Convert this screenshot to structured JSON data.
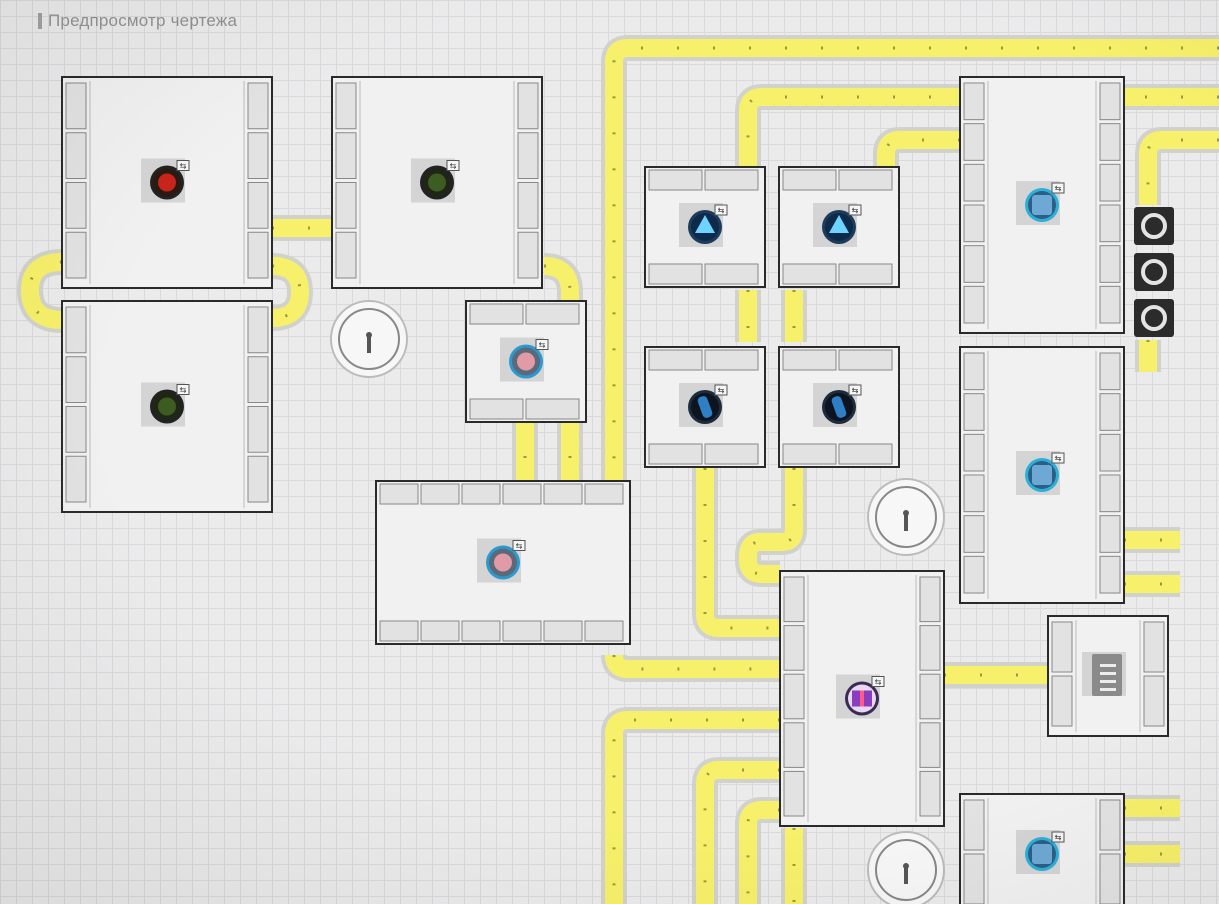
{
  "header": {
    "title": "Предпросмотр чертежа"
  },
  "colors": {
    "belt_fill": "#f7f06a",
    "belt_edge": "#d2d2cc",
    "machine_border": "#2a2a2a",
    "machine_fill": "#f1f1f1",
    "port_fill": "#e2e2e2",
    "item_red": "#c8241b",
    "item_green": "#3d5c22",
    "item_blue": "#2f7fc4",
    "item_pink": "#e29aa6",
    "item_purple": "#8a3dbf"
  },
  "machines": [
    {
      "id": "refiner-1",
      "icon": "red-ore-icon",
      "ports": "lr"
    },
    {
      "id": "refiner-2",
      "icon": "green-plant-icon",
      "ports": "lr"
    },
    {
      "id": "refiner-3",
      "icon": "green-plant-icon",
      "ports": "lr"
    },
    {
      "id": "processor-1",
      "icon": "meat-icon",
      "ports": "tb"
    },
    {
      "id": "mixer-1",
      "icon": "meat-icon",
      "ports": "tb"
    },
    {
      "id": "crusher-1",
      "icon": "crystal-icon",
      "ports": "tb"
    },
    {
      "id": "crusher-2",
      "icon": "crystal-icon",
      "ports": "tb"
    },
    {
      "id": "shaper-1",
      "icon": "crystal-cylinder-icon",
      "ports": "tb"
    },
    {
      "id": "shaper-2",
      "icon": "crystal-cylinder-icon",
      "ports": "tb"
    },
    {
      "id": "grinder-1",
      "icon": "blue-cube-icon",
      "ports": "lr"
    },
    {
      "id": "grinder-2",
      "icon": "blue-cube-icon",
      "ports": "lr"
    },
    {
      "id": "grinder-3",
      "icon": "blue-cube-icon",
      "ports": "lr"
    },
    {
      "id": "packer-1",
      "icon": "gift-box-icon",
      "ports": "lr"
    },
    {
      "id": "storage-1",
      "icon": "storage-icon",
      "ports": "lr"
    }
  ],
  "relays": [
    "relay-tower-icon",
    "relay-tower-icon",
    "relay-tower-icon"
  ],
  "bridges": [
    "merger-icon",
    "splitter-icon",
    "splitter-icon"
  ]
}
